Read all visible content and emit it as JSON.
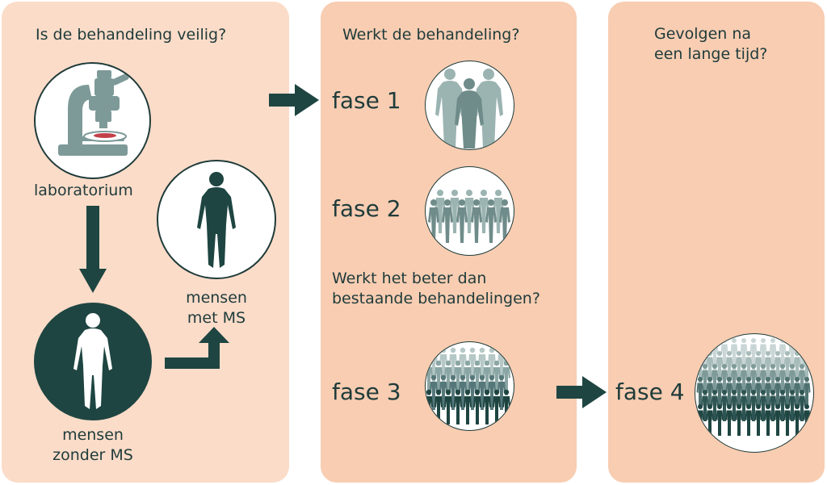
{
  "panels": {
    "safety": {
      "question": "Is de behandeling veilig?",
      "lab_label": "laboratorium",
      "without_ms_label_1": "mensen",
      "without_ms_label_2": "zonder MS",
      "with_ms_label_1": "mensen",
      "with_ms_label_2": "met MS"
    },
    "efficacy": {
      "question": "Werkt de behandeling?",
      "phase1": "fase 1",
      "phase2": "fase 2",
      "comparison_question_1": "Werkt het beter dan",
      "comparison_question_2": "bestaande behandelingen?",
      "phase3": "fase 3"
    },
    "longterm": {
      "question_1": "Gevolgen na",
      "question_2": "een lange tijd?",
      "phase4": "fase 4"
    }
  },
  "colors": {
    "panel_light": "#fbdcc9",
    "panel": "#f8cdb2",
    "dark_teal": "#1e4541",
    "figure_gray": "#7d9a98"
  },
  "icons": [
    "microscope-icon",
    "person-icon",
    "crowd-icon",
    "arrow-right-icon",
    "arrow-down-icon",
    "arrow-up-right-icon"
  ]
}
